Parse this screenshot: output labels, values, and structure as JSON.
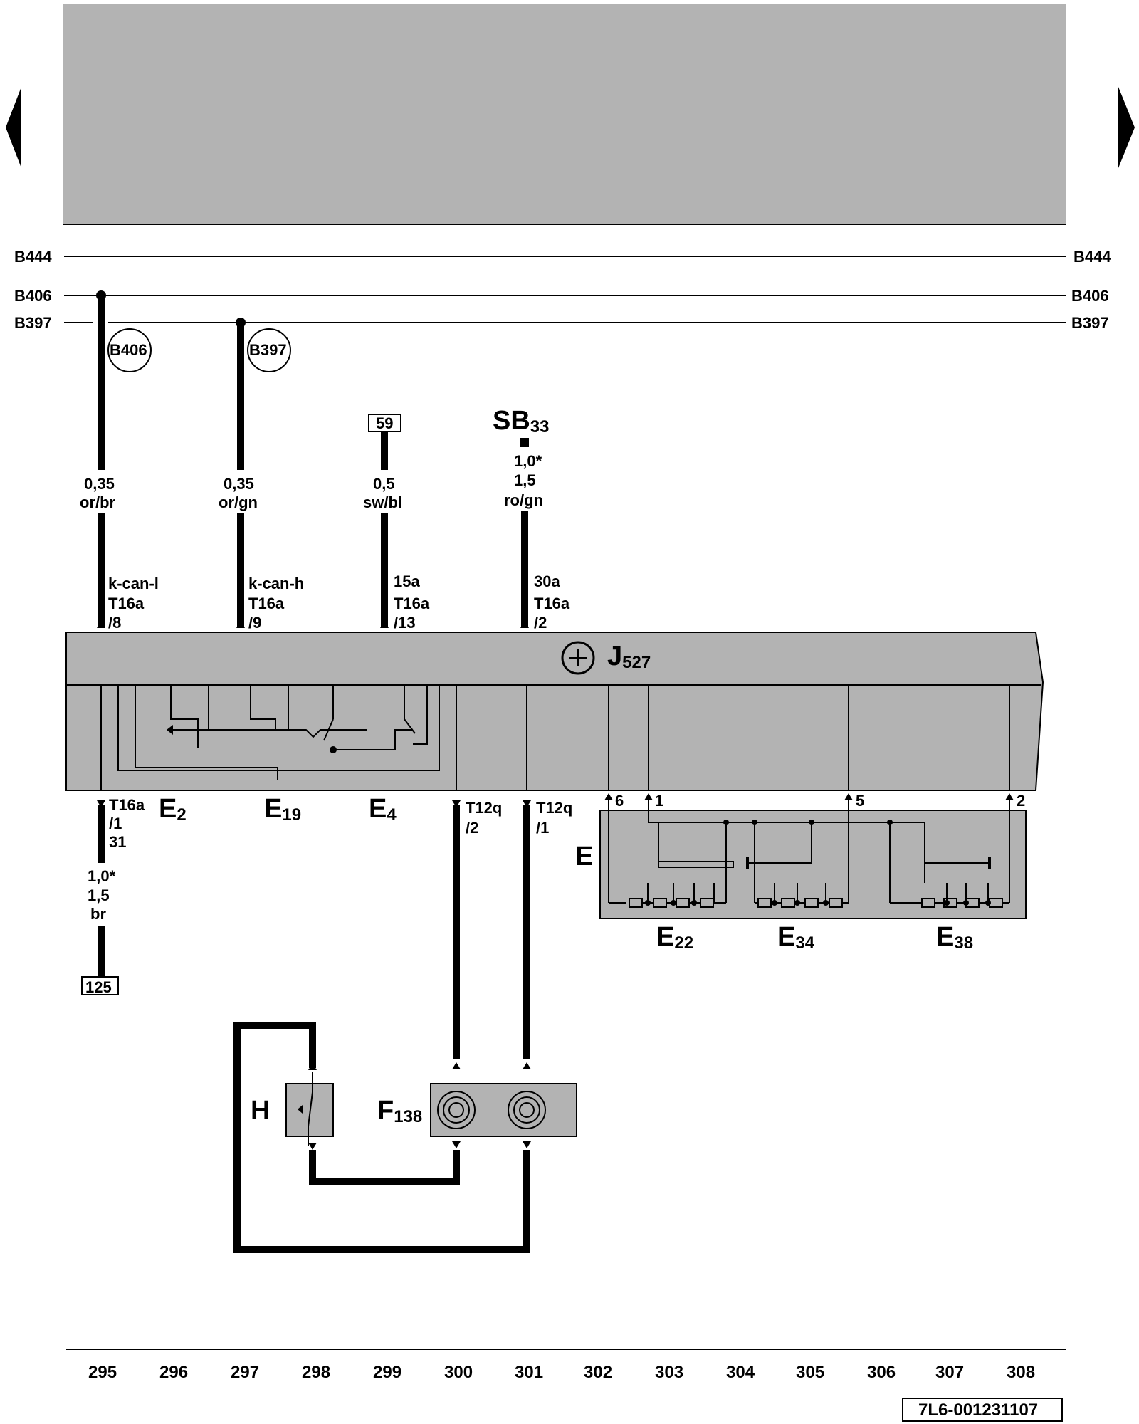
{
  "navigation": {
    "prev_icon": "triangle-left-icon",
    "next_icon": "triangle-right-icon"
  },
  "bus_lines": [
    "B444",
    "B406",
    "B397"
  ],
  "bus_markers": [
    "B406",
    "B397"
  ],
  "terminals": {
    "t59": "59",
    "t125": "125"
  },
  "sb": {
    "label": "SB",
    "sub": "33"
  },
  "wires_top": [
    {
      "size": "0,35",
      "color": "or/br",
      "signal": "k-can-l",
      "conn": "T16a",
      "pin": "/8"
    },
    {
      "size": "0,35",
      "color": "or/gn",
      "signal": "k-can-h",
      "conn": "T16a",
      "pin": "/9"
    },
    {
      "size": "0,5",
      "color": "sw/bl",
      "signal": "15a",
      "conn": "T16a",
      "pin": "/13"
    },
    {
      "size_alt": "1,0",
      "size": "1,5",
      "color": "ro/gn",
      "signal": "30a",
      "conn": "T16a",
      "pin": "/2"
    }
  ],
  "module": {
    "label": "J",
    "sub": "527"
  },
  "module_pins_bottom": {
    "ground": {
      "conn": "T16a",
      "pin": "/1",
      "signal": "31"
    },
    "t12q2": {
      "conn": "T12q",
      "pin": "/2"
    },
    "t12q1": {
      "conn": "T12q",
      "pin": "/1"
    }
  },
  "switch_labels": [
    {
      "label": "E",
      "sub": "2"
    },
    {
      "label": "E",
      "sub": "19"
    },
    {
      "label": "E",
      "sub": "4"
    }
  ],
  "ground_wire": {
    "size_alt": "1,0",
    "size": "1,5",
    "color": "br"
  },
  "e_block": {
    "label": "E",
    "pins": [
      "6",
      "1",
      "5",
      "2"
    ],
    "subs": [
      {
        "label": "E",
        "sub": "22"
      },
      {
        "label": "E",
        "sub": "34"
      },
      {
        "label": "E",
        "sub": "38"
      }
    ]
  },
  "horn": {
    "label": "H"
  },
  "clock_spring": {
    "label": "F",
    "sub": "138"
  },
  "star": "*",
  "ruler": [
    "295",
    "296",
    "297",
    "298",
    "299",
    "300",
    "301",
    "302",
    "303",
    "304",
    "305",
    "306",
    "307",
    "308"
  ],
  "doc_id": "7L6-001231107"
}
